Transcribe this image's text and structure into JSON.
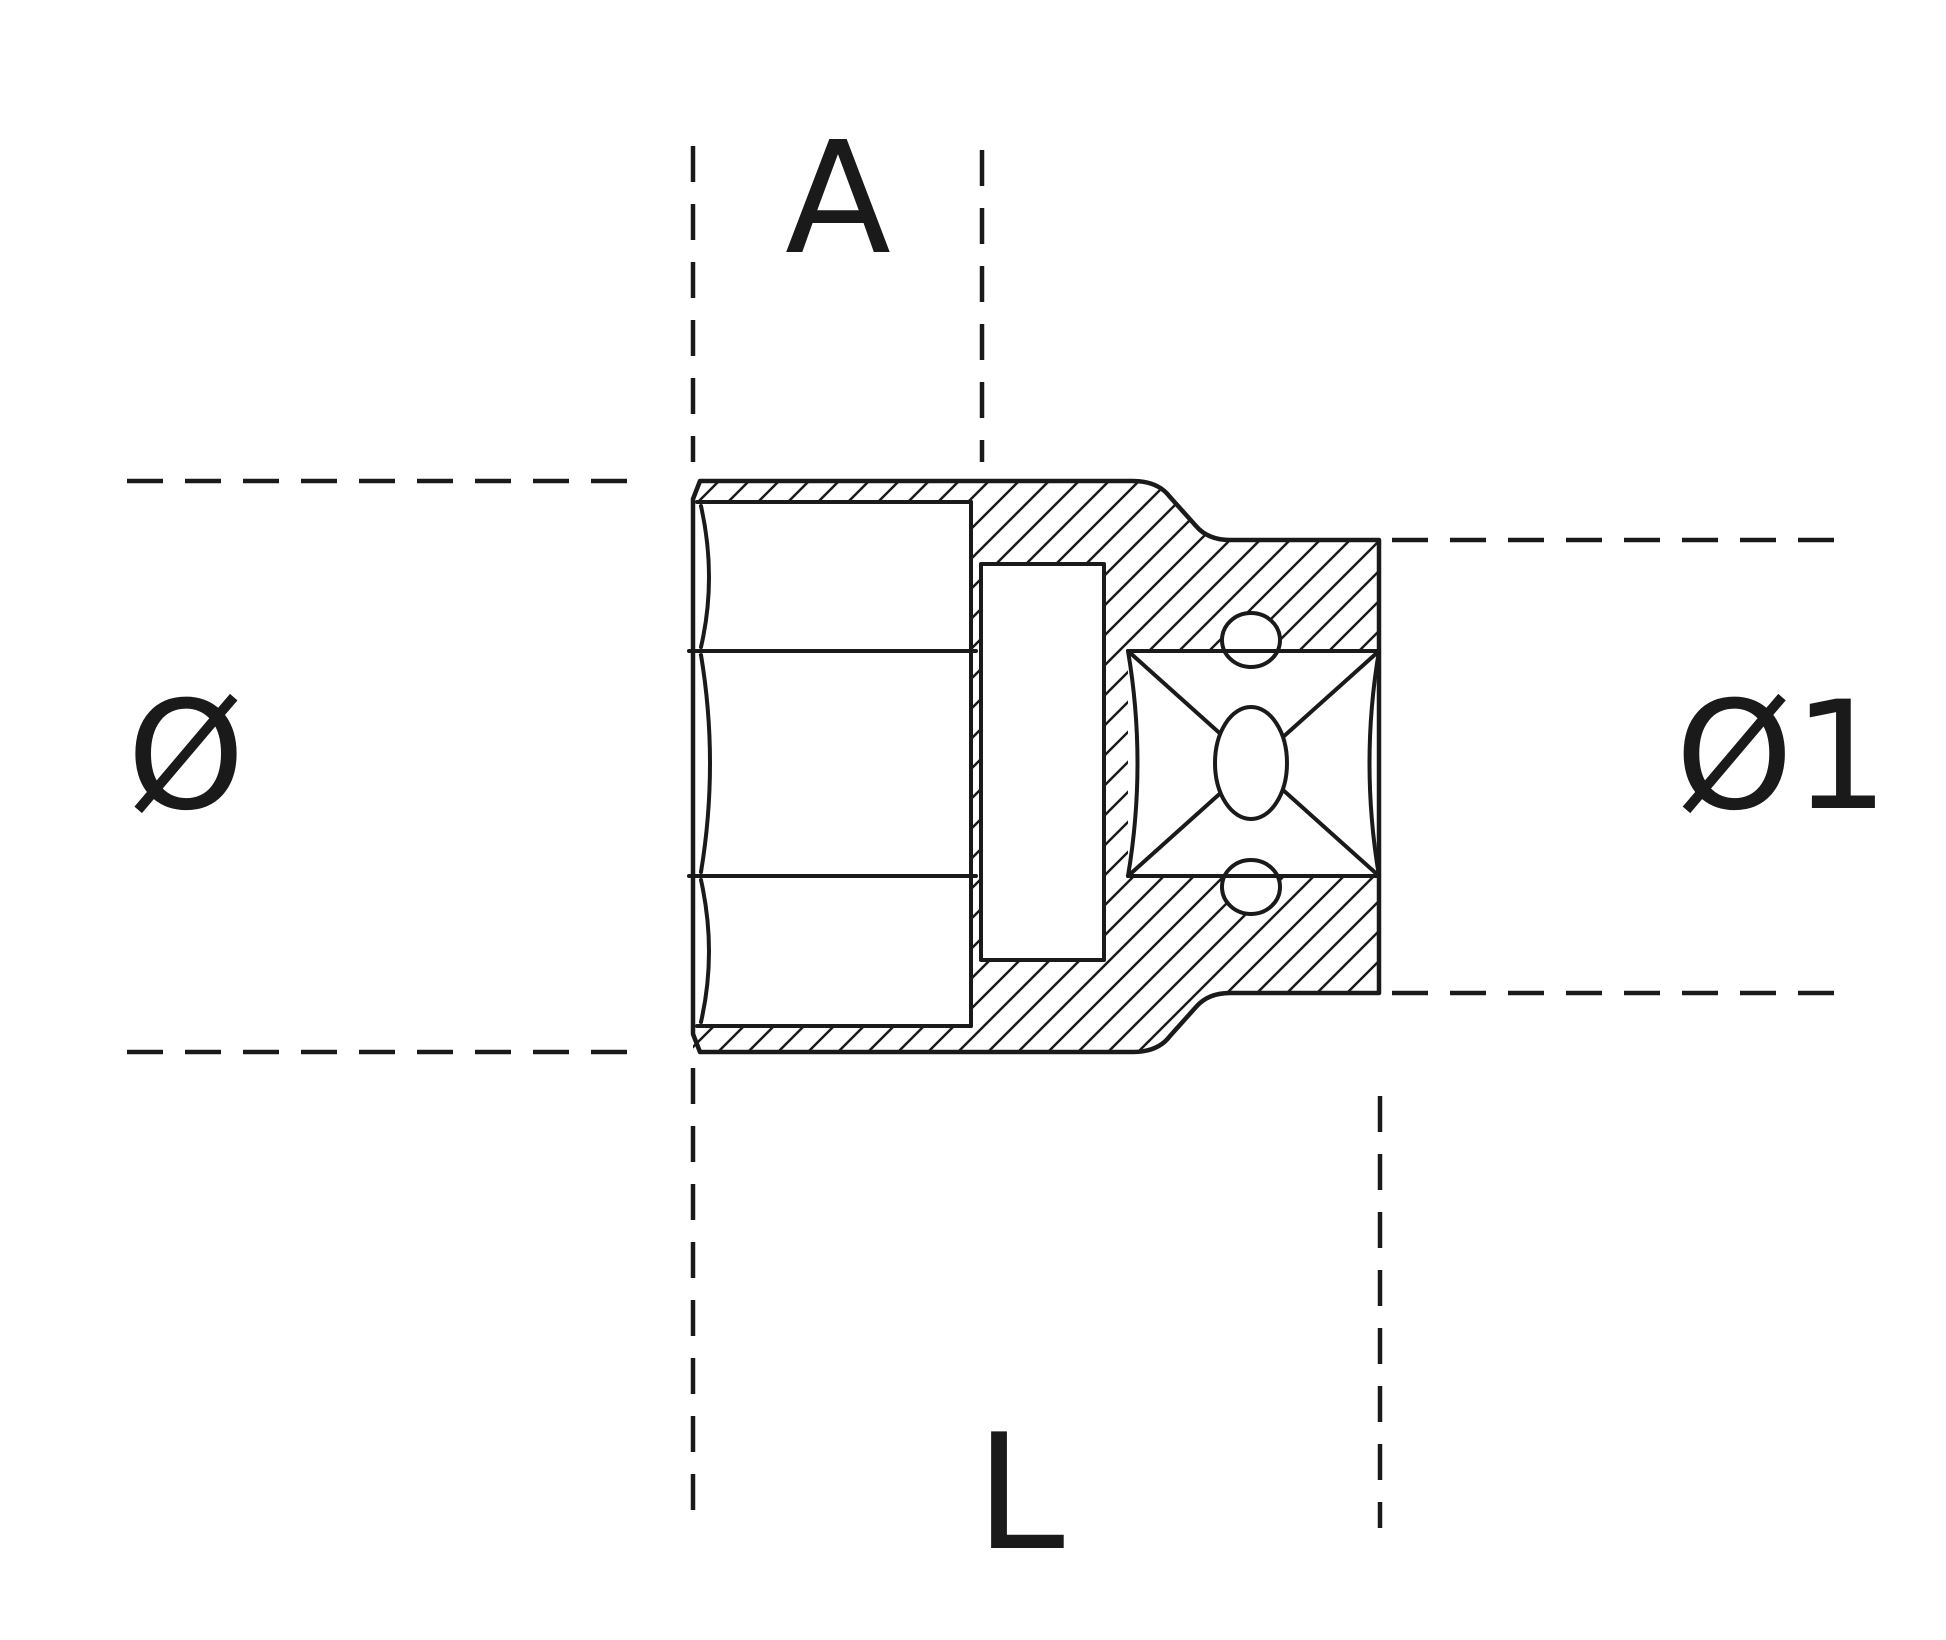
{
  "meta": {
    "background_color": "#ffffff",
    "line_color": "#1a1a1a",
    "drawing_type": "technical dimension drawing",
    "subject": "hex socket with square drive, side cross-section"
  },
  "labels": {
    "top_dimension": "A",
    "left_dimension": "Ø",
    "right_dimension": "Ø1",
    "bottom_dimension": "L"
  }
}
